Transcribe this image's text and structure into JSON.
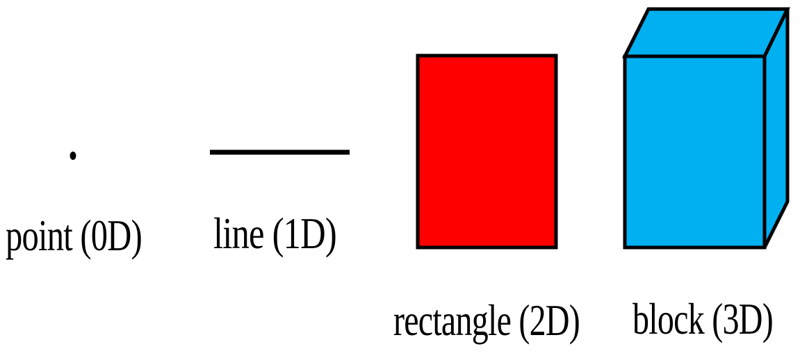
{
  "shapes": [
    {
      "id": "point",
      "label": "point (0D)"
    },
    {
      "id": "line",
      "label": "line (1D)"
    },
    {
      "id": "rectangle",
      "label": "rectangle (2D)",
      "fill": "#ff0000"
    },
    {
      "id": "block",
      "label": "block (3D)",
      "fill": "#00b0f0"
    }
  ],
  "stroke_color": "#000000"
}
